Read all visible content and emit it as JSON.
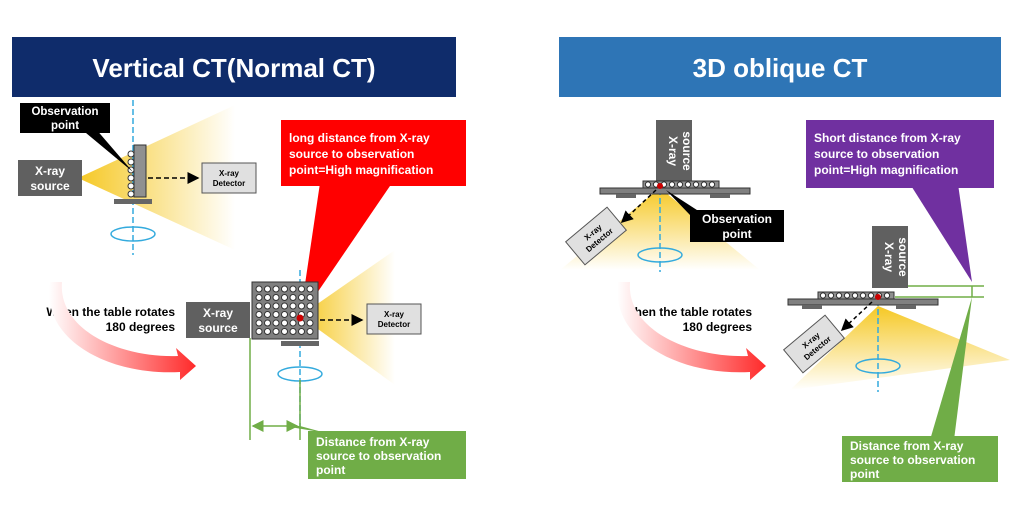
{
  "left_panel": {
    "title": "Vertical CT(Normal CT)",
    "observation_point": [
      "Observation",
      "point"
    ],
    "xray_source": [
      "X-ray",
      "source"
    ],
    "xray_detector": [
      "X-ray",
      "Detector"
    ],
    "callout_magnification": [
      "long distance from X-ray",
      "source to observation",
      "point=High magnification"
    ],
    "rotate_note": [
      "When the table rotates",
      "180 degrees"
    ],
    "rotated_source": [
      "X-ray",
      "source"
    ],
    "rotated_detector": [
      "X-ray",
      "Detector"
    ],
    "callout_distance": [
      "Distance from X-ray",
      "source to observation",
      "point"
    ]
  },
  "right_panel": {
    "title": "3D oblique CT",
    "xray_source": [
      "X-ray",
      "source"
    ],
    "xray_detector": [
      "X-ray",
      "Detector"
    ],
    "observation_point": [
      "Observation",
      "point"
    ],
    "callout_magnification": [
      "Short distance from X-ray",
      "source to observation",
      "point=High magnification"
    ],
    "rotate_note": [
      "When the table rotates",
      "180 degrees"
    ],
    "rotated_source": [
      "X-ray",
      "source"
    ],
    "rotated_detector": [
      "X-ray",
      "Detector"
    ],
    "callout_distance": [
      "Distance from X-ray",
      "source to observation",
      "point"
    ]
  },
  "colors": {
    "left_title_bg": "#0f2c6b",
    "right_title_bg": "#2e75b6",
    "red_callout": "#ff0000",
    "purple_callout": "#7030a0",
    "green_callout": "#70ad47",
    "box_gray": "#606060",
    "beam_yellow": "#f5c518",
    "axis_cyan": "#33aadd"
  }
}
